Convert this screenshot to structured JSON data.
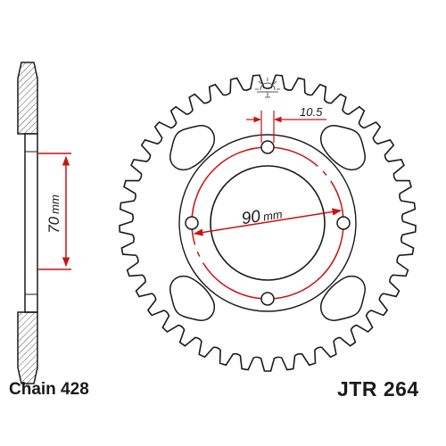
{
  "labels": {
    "bolt_circle": "90",
    "bolt_circle_unit": "mm",
    "bolt_hole": "10.5",
    "side_dim": "70",
    "side_dim_unit": "mm",
    "chain": "Chain 428",
    "part_number": "JTR 264"
  },
  "sprocket": {
    "teeth": 41,
    "bolt_holes": 4,
    "cutouts": 4
  },
  "colors": {
    "outline": "#1a1a1a",
    "dimension": "#cc1111",
    "hatch": "#555555"
  },
  "icons": {
    "orientation_mark": "sun-icon"
  }
}
